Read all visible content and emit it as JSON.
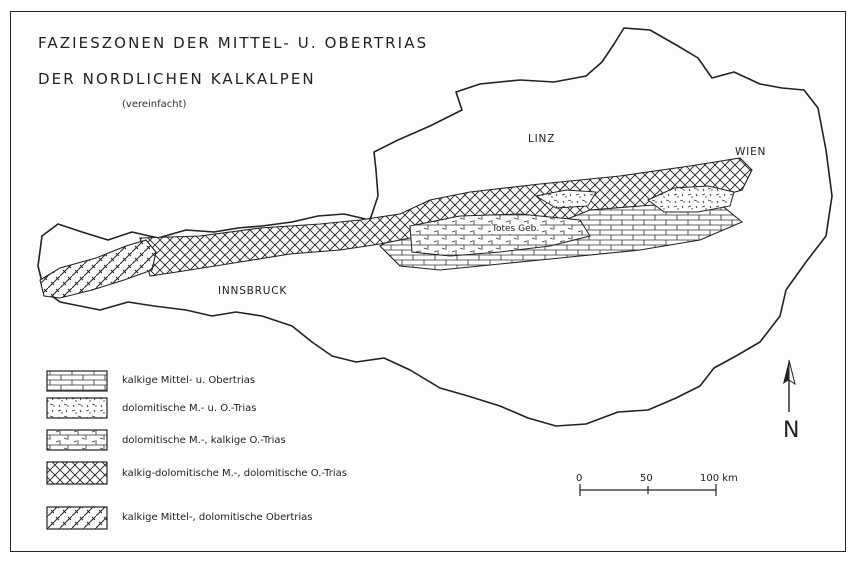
{
  "map": {
    "title_line1": "FAZIESZONEN DER MITTEL- U. OBERTRIAS",
    "title_line2": "DER NORDLICHEN KALKALPEN",
    "subtitle": "(vereinfacht)",
    "cities": {
      "linz": "LINZ",
      "wien": "WIEN",
      "innsbruck": "INNSBRUCK"
    },
    "feature_label": "Totes Geb.",
    "legend": [
      {
        "pattern": "brick",
        "label": "kalkige Mittel- u. Obertrias"
      },
      {
        "pattern": "dolomite-dots",
        "label": "dolomitische M.- u. O.-Trias"
      },
      {
        "pattern": "mixed-brick",
        "label": "dolomitische M.-, kalkige O.-Trias"
      },
      {
        "pattern": "crosshatch",
        "label": "kalkig-dolomitische M.-, dolomitische O.-Trias"
      },
      {
        "pattern": "diagonal-bricks",
        "label": "kalkige Mittel-, dolomitische Obertrias"
      }
    ],
    "scale": {
      "ticks": [
        "0",
        "50",
        "100 km"
      ]
    },
    "north_label": "N"
  }
}
